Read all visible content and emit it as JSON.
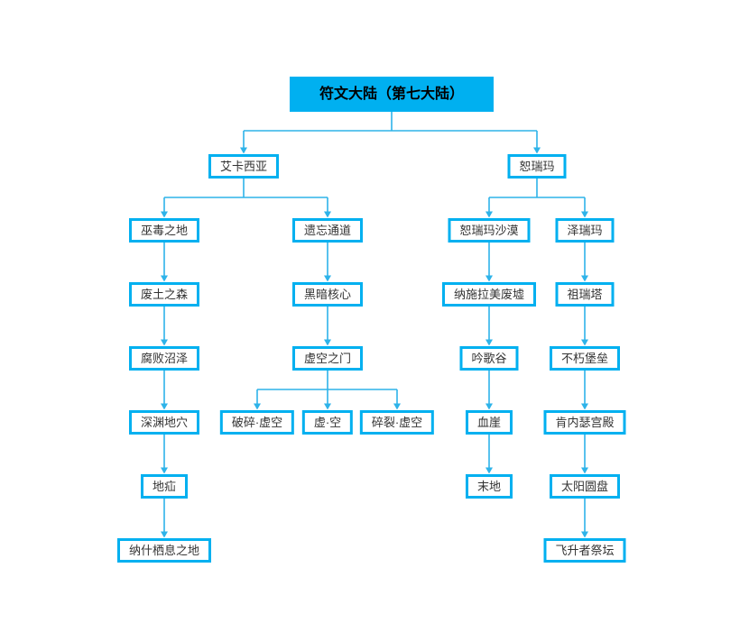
{
  "diagram_title": "符文大陆（第七大陆）",
  "theme": {
    "accent": "#00b0f0",
    "connector": "#2eb3e9",
    "node_fill": "#ffffff",
    "node_text": "#333333",
    "root_text": "#000000",
    "background": "#ffffff"
  },
  "nodes": {
    "runeterra-root": {
      "label": "符文大陆（第七大陆）",
      "root": true
    },
    "icathia": {
      "label": "艾卡西亚"
    },
    "shurima": {
      "label": "恕瑞玛"
    },
    "voodoo-lands": {
      "label": "巫毒之地"
    },
    "forgotten-passage": {
      "label": "遗忘通道"
    },
    "shurima-desert": {
      "label": "恕瑞玛沙漠"
    },
    "zerima": {
      "label": "泽瑞玛"
    },
    "wasteland-forest": {
      "label": "废土之森"
    },
    "dark-core": {
      "label": "黑暗核心"
    },
    "nashrame-ruins": {
      "label": "纳施拉美废墟"
    },
    "zurita-tower": {
      "label": "祖瑞塔"
    },
    "corrupted-swamp": {
      "label": "腐败沼泽"
    },
    "void-gate": {
      "label": "虚空之门"
    },
    "singing-valley": {
      "label": "吟歌谷"
    },
    "immortal-bastion": {
      "label": "不朽堡垒"
    },
    "abyss-crypt": {
      "label": "深渊地穴"
    },
    "shattered-void": {
      "label": "破碎·虚空"
    },
    "void": {
      "label": "虚·空"
    },
    "fractured-void": {
      "label": "碎裂·虚空"
    },
    "blood-cliff": {
      "label": "血崖"
    },
    "kenneth-palace": {
      "label": "肯内瑟宫殿"
    },
    "earth-hernia": {
      "label": "地疝"
    },
    "the-end": {
      "label": "末地"
    },
    "sun-disc": {
      "label": "太阳圆盘"
    },
    "nash-habitat": {
      "label": "纳什栖息之地"
    },
    "ascended-altar": {
      "label": "飞升者祭坛"
    }
  },
  "edges": [
    [
      "runeterra-root",
      "icathia"
    ],
    [
      "runeterra-root",
      "shurima"
    ],
    [
      "icathia",
      "voodoo-lands"
    ],
    [
      "icathia",
      "forgotten-passage"
    ],
    [
      "shurima",
      "shurima-desert"
    ],
    [
      "shurima",
      "zerima"
    ],
    [
      "voodoo-lands",
      "wasteland-forest"
    ],
    [
      "forgotten-passage",
      "dark-core"
    ],
    [
      "shurima-desert",
      "nashrame-ruins"
    ],
    [
      "zerima",
      "zurita-tower"
    ],
    [
      "wasteland-forest",
      "corrupted-swamp"
    ],
    [
      "dark-core",
      "void-gate"
    ],
    [
      "nashrame-ruins",
      "singing-valley"
    ],
    [
      "zurita-tower",
      "immortal-bastion"
    ],
    [
      "corrupted-swamp",
      "abyss-crypt"
    ],
    [
      "void-gate",
      "shattered-void"
    ],
    [
      "void-gate",
      "void"
    ],
    [
      "void-gate",
      "fractured-void"
    ],
    [
      "singing-valley",
      "blood-cliff"
    ],
    [
      "immortal-bastion",
      "kenneth-palace"
    ],
    [
      "abyss-crypt",
      "earth-hernia"
    ],
    [
      "blood-cliff",
      "the-end"
    ],
    [
      "kenneth-palace",
      "sun-disc"
    ],
    [
      "earth-hernia",
      "nash-habitat"
    ],
    [
      "sun-disc",
      "ascended-altar"
    ]
  ]
}
